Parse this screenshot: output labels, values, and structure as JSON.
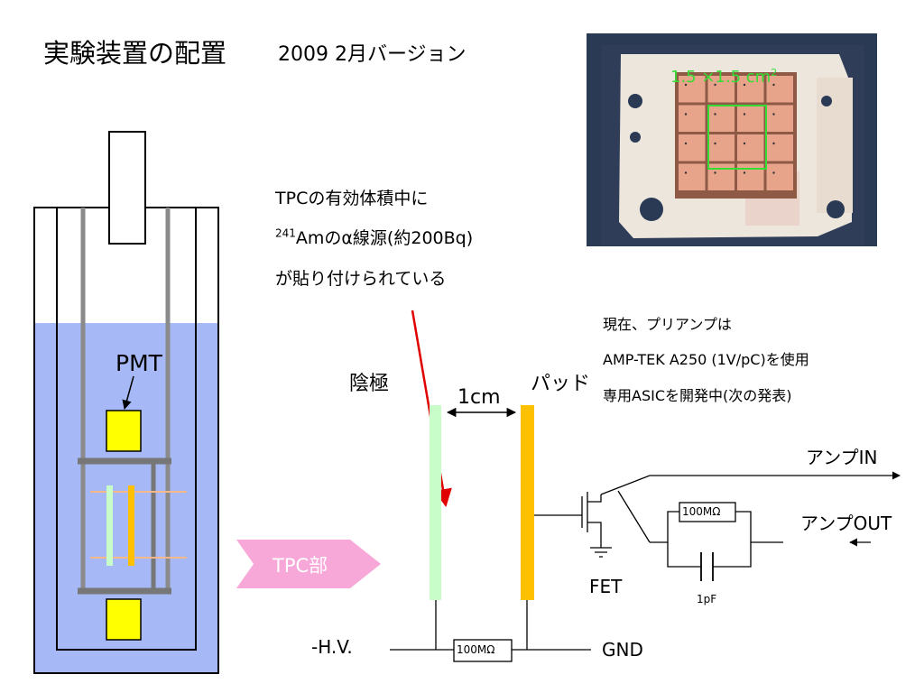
{
  "slide": {
    "title": "実験装置の配置",
    "subtitle": "2009 2月バージョン"
  },
  "photo": {
    "label": "1.5 ×1.5 cm",
    "label_sup": "2"
  },
  "note_source": {
    "line1": "TPCの有効体積中に",
    "line2_sup": "241",
    "line2": "Amのα線源(約200Bq)",
    "line3": "が貼り付けられている"
  },
  "note_preamp": {
    "line1": "現在、プリアンプは",
    "line2": "AMP-TEK   A250 (1V/pC)を使用",
    "line3": "専用ASICを開発中(次の発表)"
  },
  "detector": {
    "pmt_label": "PMT",
    "tpc_tag": "TPC部"
  },
  "circuit": {
    "cathode_label": "陰極",
    "gap_label": "1cm",
    "pad_label": "パッド",
    "amp_in_label": "アンプIN",
    "amp_out_label": "アンプOUT",
    "feedback_resistor": "100MΩ",
    "feedback_cap": "1pF",
    "fet_label": "FET",
    "hv_label": "-H.V.",
    "bias_resistor": "100MΩ",
    "gnd_label": "GND"
  },
  "colors": {
    "liquid": "#a6b8f5",
    "pmt": "#ffff00",
    "cathode": "#c8fcc8",
    "pad": "#ffc000",
    "alpha_track": "#e00000",
    "tpc_arrow": "#f7a8d8",
    "pixel_box": "#33dd33"
  }
}
